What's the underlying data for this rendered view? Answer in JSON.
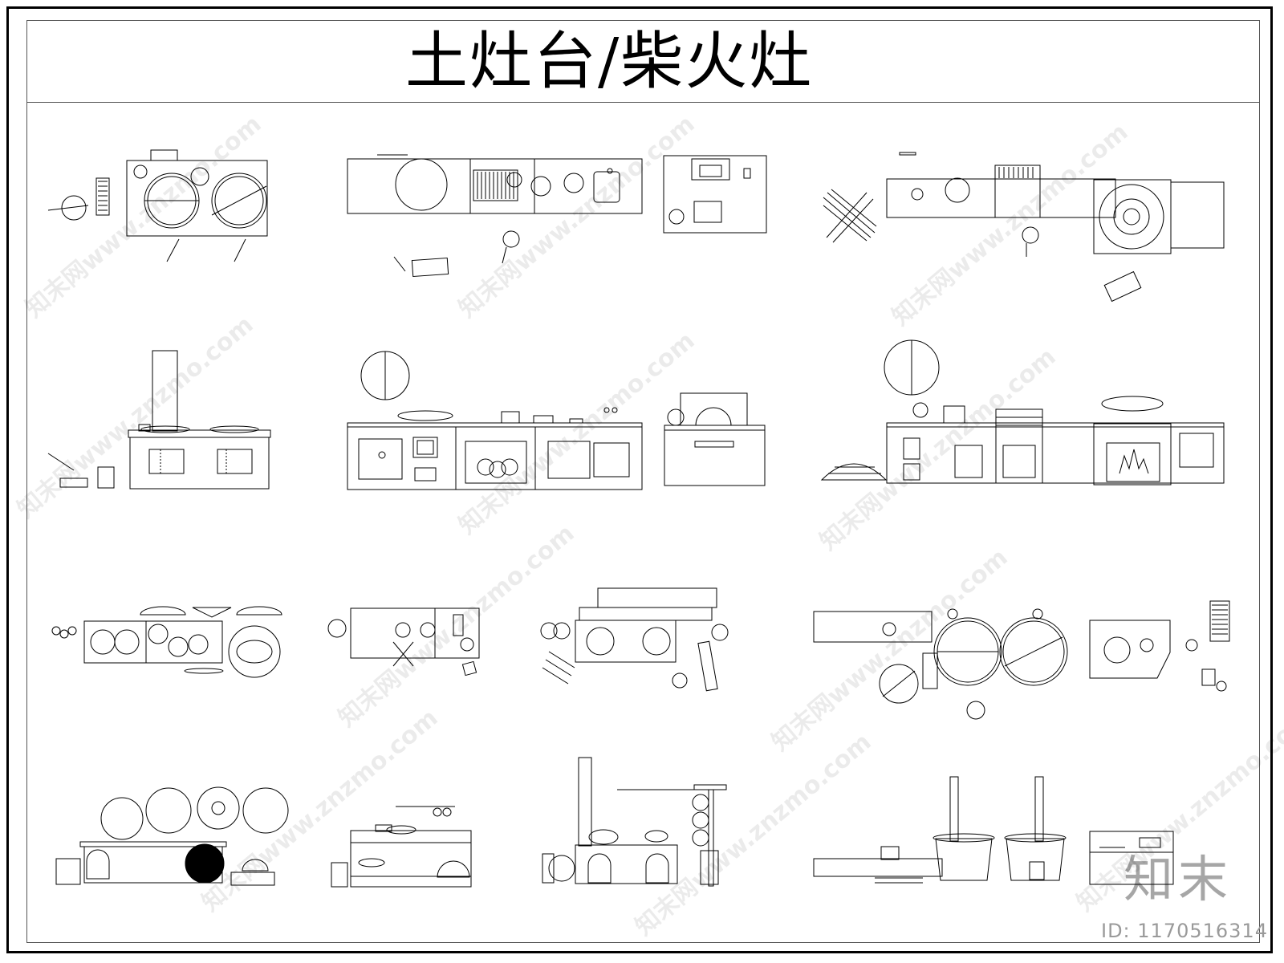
{
  "title": "土灶台/柴火灶",
  "watermark": {
    "text": "知末网www.znzmo.com"
  },
  "logo": "知末",
  "image_id": "ID: 1170516314",
  "colors": {
    "line": "#000000",
    "frame": "#555555",
    "watermark": "#000000",
    "id_text": "#9a9a9a"
  }
}
